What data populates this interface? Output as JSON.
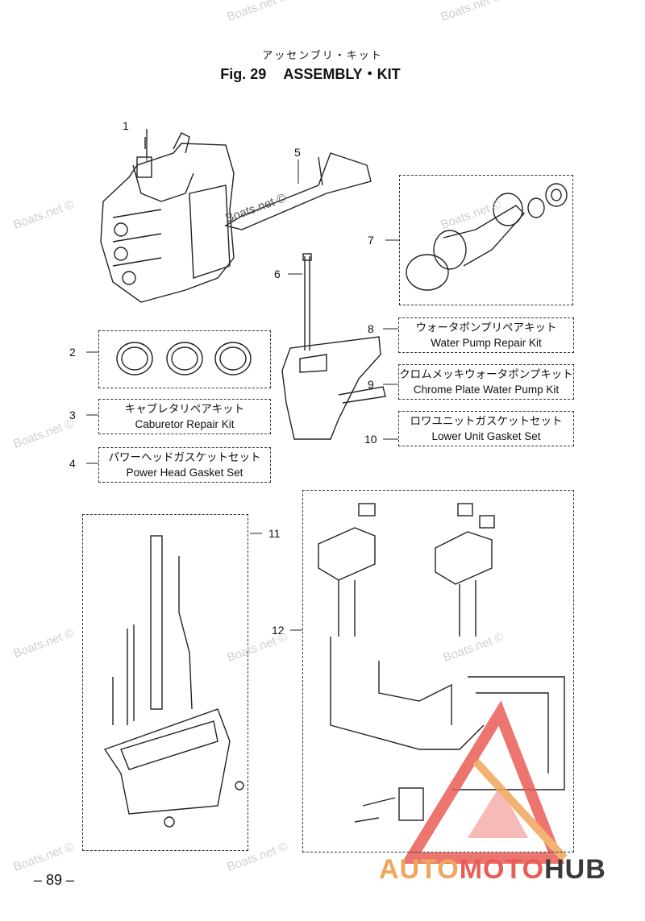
{
  "header": {
    "title_jp": "アッセンブリ・キット",
    "fig_label": "Fig. 29",
    "fig_title": "ASSEMBLY・KIT"
  },
  "callouts": [
    "1",
    "2",
    "3",
    "4",
    "5",
    "6",
    "7",
    "8",
    "9",
    "10",
    "11",
    "12"
  ],
  "kits": {
    "k3": {
      "jp": "キャブレタリペアキット",
      "en": "Caburetor Repair Kit"
    },
    "k4": {
      "jp": "パワーヘッドガスケットセット",
      "en": "Power Head Gasket Set"
    },
    "k8": {
      "jp": "ウォータポンプリペアキット",
      "en": "Water Pump Repair Kit"
    },
    "k9": {
      "jp": "クロムメッキウォータポンプキット",
      "en": "Chrome Plate Water Pump Kit"
    },
    "k10": {
      "jp": "ロワユニットガスケットセット",
      "en": "Lower Unit Gasket Set"
    }
  },
  "watermark": "Boats.net ©",
  "page_number": "– 89 –",
  "logo": {
    "p1": "AUTO",
    "p2": "MOTO",
    "p3": "HUB"
  }
}
